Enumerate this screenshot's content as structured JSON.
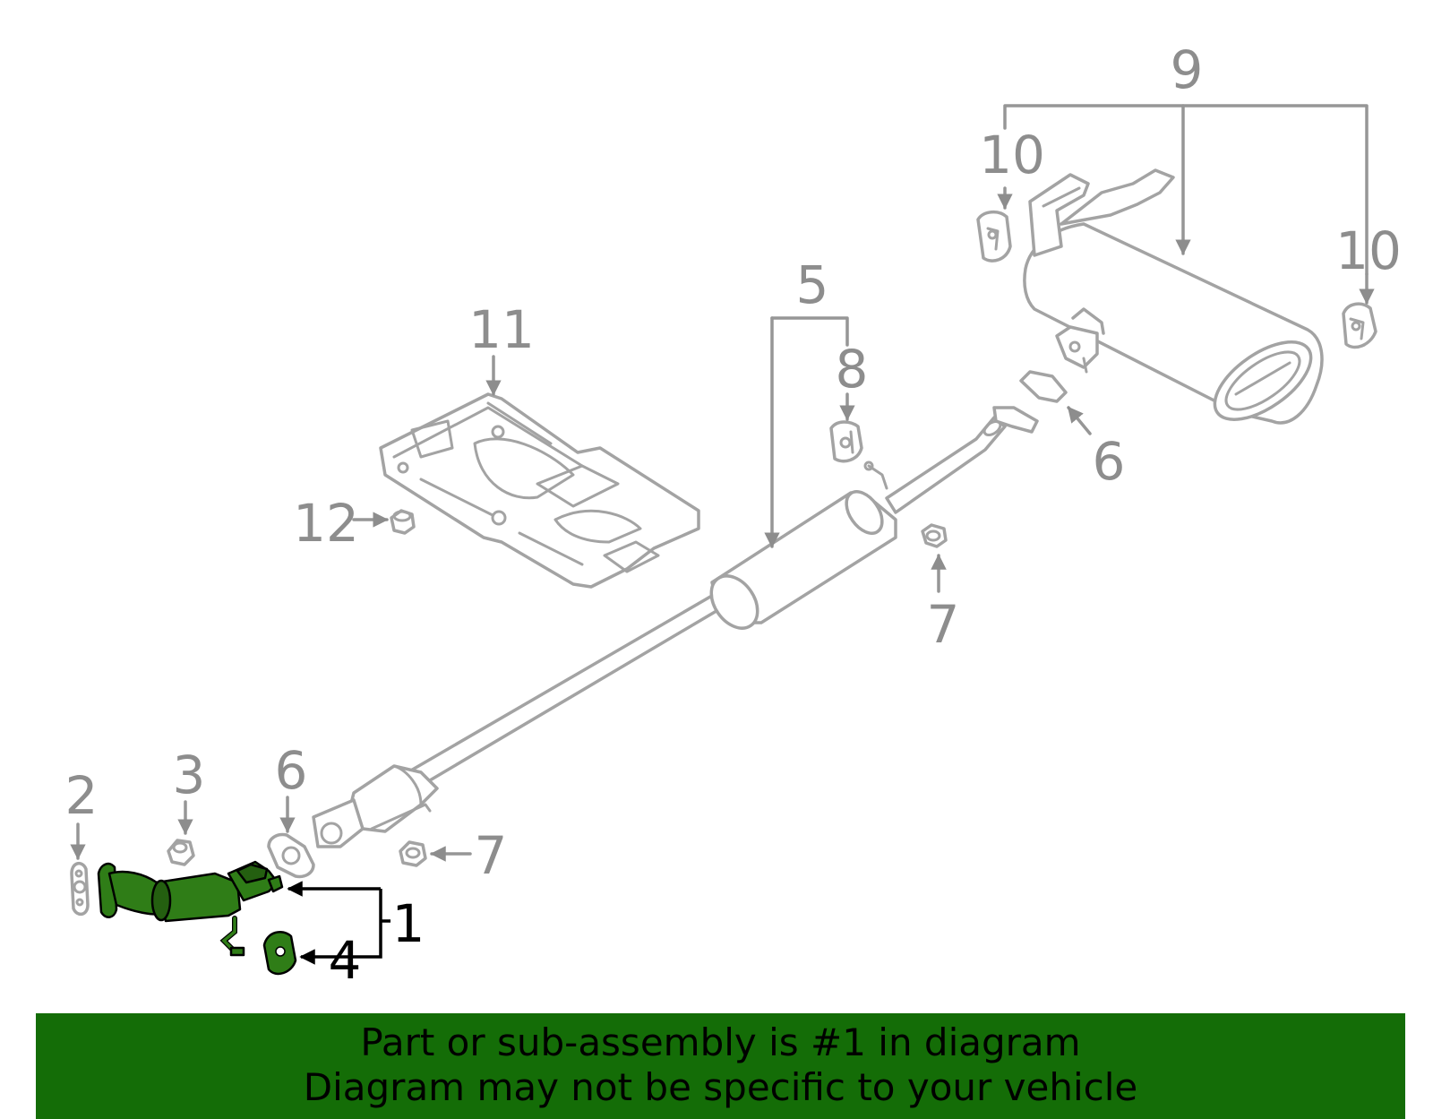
{
  "callouts": {
    "c1": "1",
    "c2": "2",
    "c3": "3",
    "c4": "4",
    "c5": "5",
    "c6a": "6",
    "c6b": "6",
    "c7a": "7",
    "c7b": "7",
    "c8": "8",
    "c9": "9",
    "c10a": "10",
    "c10b": "10",
    "c11": "11",
    "c12": "12"
  },
  "banner": {
    "line1": "Part or sub-assembly is #1 in diagram",
    "line2": "Diagram may not be specific to your vehicle"
  },
  "colors": {
    "highlight_part": "#2f7d17",
    "banner_background": "#146d07",
    "callout_grey": "#8d8d8d",
    "callout_black": "#000000"
  }
}
